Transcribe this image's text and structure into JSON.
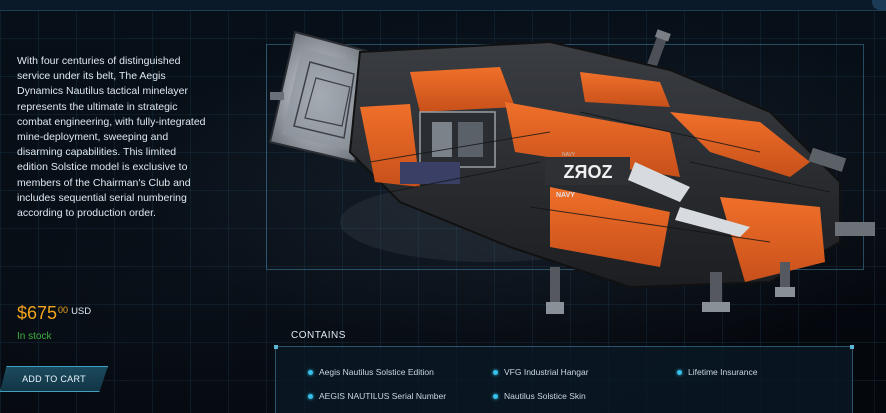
{
  "product": {
    "description": "With four centuries of distinguished service under its belt, The Aegis Dynamics Nautilus tactical minelayer represents the ultimate in strategic combat engineering, with fully-integrated mine-deployment, sweeping and disarming capabilities. This limited edition Solstice model is exclusive to members of the Chairman's Club and includes sequential serial numbering according to production order.",
    "price": {
      "dollars": "$675",
      "cents": "00",
      "currency": "USD"
    },
    "stock_status": "In stock",
    "add_to_cart_label": "ADD TO CART"
  },
  "ship_markings": {
    "hull_text": "NAVY",
    "hull_text_small": "NAVY"
  },
  "contains": {
    "title": "CONTAINS",
    "items": [
      {
        "label": "Aegis Nautilus Solstice Edition"
      },
      {
        "label": "VFG Industrial Hangar"
      },
      {
        "label": "Lifetime Insurance"
      },
      {
        "label": "AEGIS NAUTILUS Serial Number"
      },
      {
        "label": "Nautilus Solstice Skin"
      }
    ]
  },
  "colors": {
    "accent_orange": "#f2a31b",
    "stock_green": "#3fae3f",
    "bullet_cyan": "#37c0ea",
    "ship_orange": "#e8621d"
  }
}
